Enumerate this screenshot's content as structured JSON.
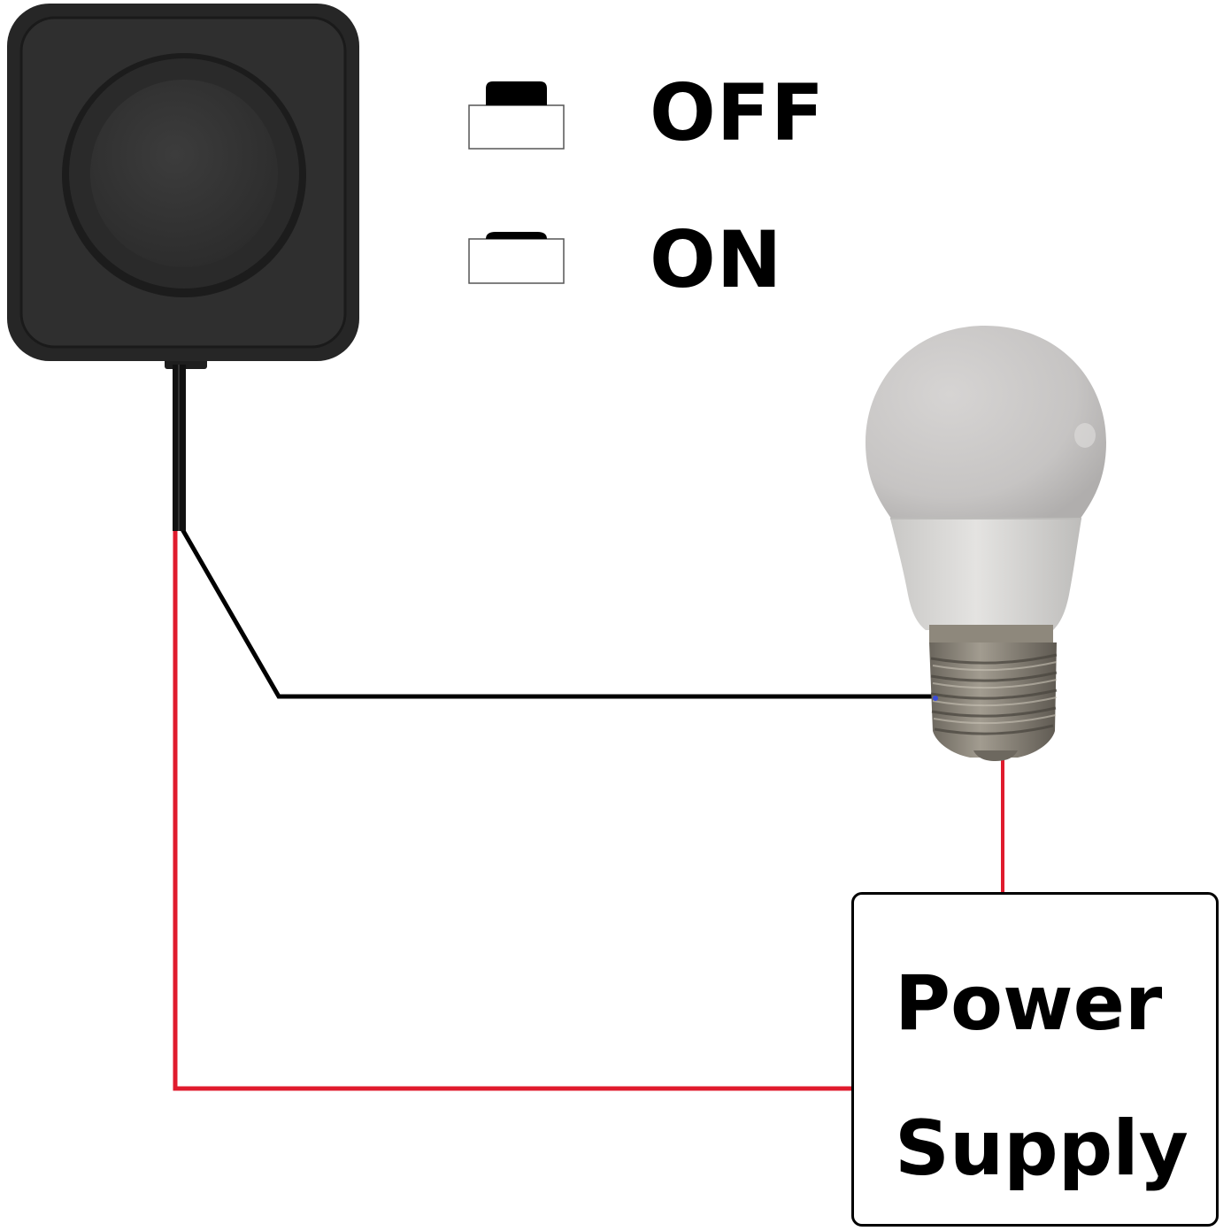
{
  "states": {
    "off_label": "OFF",
    "on_label": "ON"
  },
  "power_supply": {
    "line1": "Power",
    "line2": "Supply"
  },
  "colors": {
    "switch_body": "#2b2b2b",
    "switch_button": "#333333",
    "wire_black": "#000000",
    "wire_red": "#e01b2d",
    "bulb_glass": "#c8c6c5",
    "bulb_neck": "#dcdbd9",
    "bulb_base": "#8a8478"
  },
  "icons": {
    "switch": "push-button-switch-icon",
    "bulb": "light-bulb-icon",
    "off_state": "button-raised-icon",
    "on_state": "button-pressed-icon"
  }
}
